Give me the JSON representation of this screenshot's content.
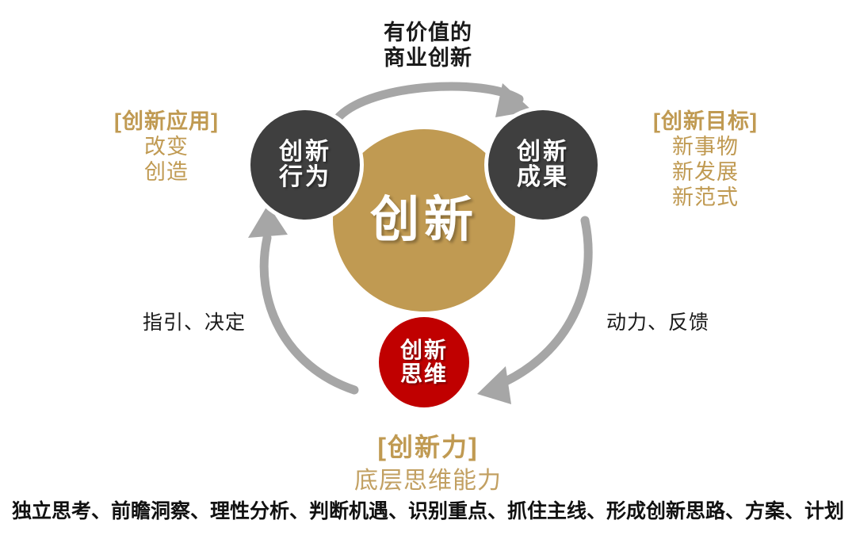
{
  "diagram": {
    "title_top": {
      "line1": "有价值的",
      "line2": "商业创新"
    },
    "center": {
      "label": "创新",
      "color": "#c09a52",
      "text_color": "#ffffff"
    },
    "nodes": [
      {
        "id": "behavior",
        "line1": "创新",
        "line2": "行为",
        "color": "#3f3f3f",
        "text_color": "#ffffff"
      },
      {
        "id": "result",
        "line1": "创新",
        "line2": "成果",
        "color": "#3f3f3f",
        "text_color": "#ffffff"
      },
      {
        "id": "thinking",
        "line1": "创新",
        "line2": "思维",
        "color": "#c00000",
        "text_color": "#ffffff"
      }
    ],
    "side_captions": {
      "left": {
        "heading": "[创新应用]",
        "lines": [
          "改变",
          "创造"
        ],
        "color": "#c09a52"
      },
      "right": {
        "heading": "[创新目标]",
        "lines": [
          "新事物",
          "新发展",
          "新范式"
        ],
        "color": "#c09a52"
      }
    },
    "flow_captions": {
      "left": "指引、决定",
      "right": "动力、反馈"
    },
    "arrows": {
      "top_label": "有价值的商业创新",
      "left_label": "指引、决定",
      "right_label": "动力、反馈",
      "color": "#a6a6a6"
    },
    "footer": {
      "title": "[创新力]",
      "subtitle": "底层思维能力",
      "list": "独立思考、前瞻洞察、理性分析、判断机遇、识别重点、抓住主线、形成创新思路、方案、计划",
      "title_color": "#c09a52",
      "list_color": "#111111"
    }
  }
}
